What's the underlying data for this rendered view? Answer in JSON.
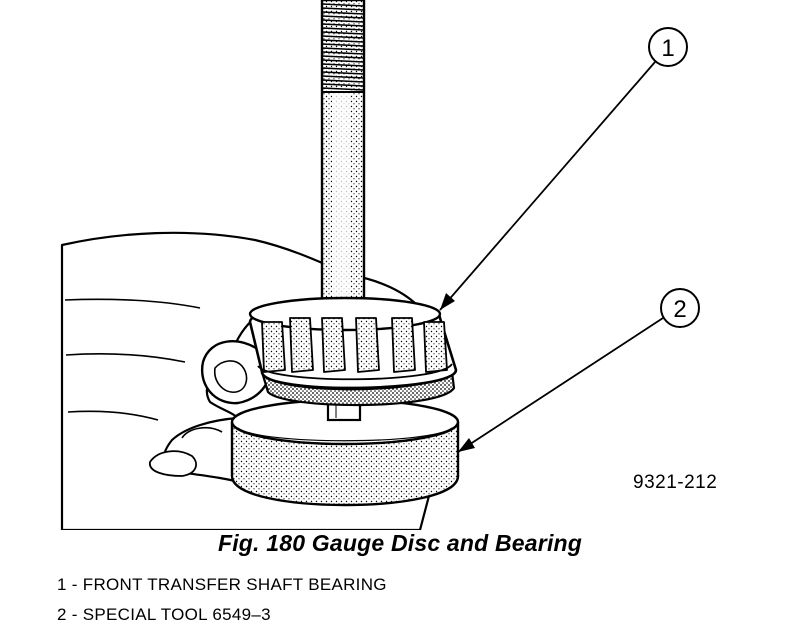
{
  "figure": {
    "caption": "Fig. 180 Gauge Disc and Bearing",
    "code": "9321-212",
    "callouts": [
      {
        "number": "1",
        "label": "1 - FRONT TRANSFER SHAFT BEARING"
      },
      {
        "number": "2",
        "label": "2 - SPECIAL TOOL 6549–3"
      }
    ]
  }
}
